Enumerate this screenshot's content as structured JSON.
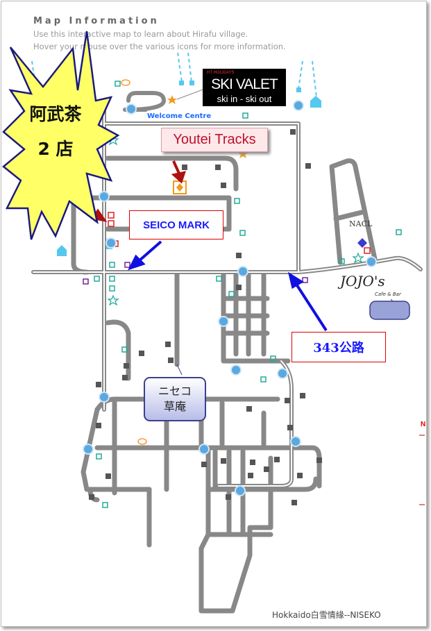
{
  "header": {
    "title": "Map Information",
    "line1": "Use this interactive map to learn about Hirafu village.",
    "line2": "Hover your mouse over the various icons for more information."
  },
  "labels": {
    "burst_line1": "阿武茶",
    "burst_line2": "2 店",
    "youtei_tracks": "Youtei Tracks",
    "seico_mark": "SEICO MARK",
    "route": "343公路",
    "soan_line1": "ニセコ",
    "soan_line2": "草庵",
    "welcome_centre": "Welcome Centre",
    "ski_valet_top": "HT HOLIDAYS",
    "ski_valet_main": "SKI VALET",
    "ski_valet_sub": "ski in - ski out",
    "jojos": "JOJO's",
    "jojos_sub": "Cafe & Bar",
    "nacl": "NACL"
  },
  "footer": {
    "watermark": "Hokkaido白雪情緣--NISEKO"
  },
  "colors": {
    "road": "#888888",
    "arrow_red": "#b01010",
    "arrow_blue": "#1010e0",
    "burst": "#ffff66",
    "burst_border": "#1a1a80",
    "lift": "#55c8ee",
    "bus": "#5aa8e0"
  }
}
